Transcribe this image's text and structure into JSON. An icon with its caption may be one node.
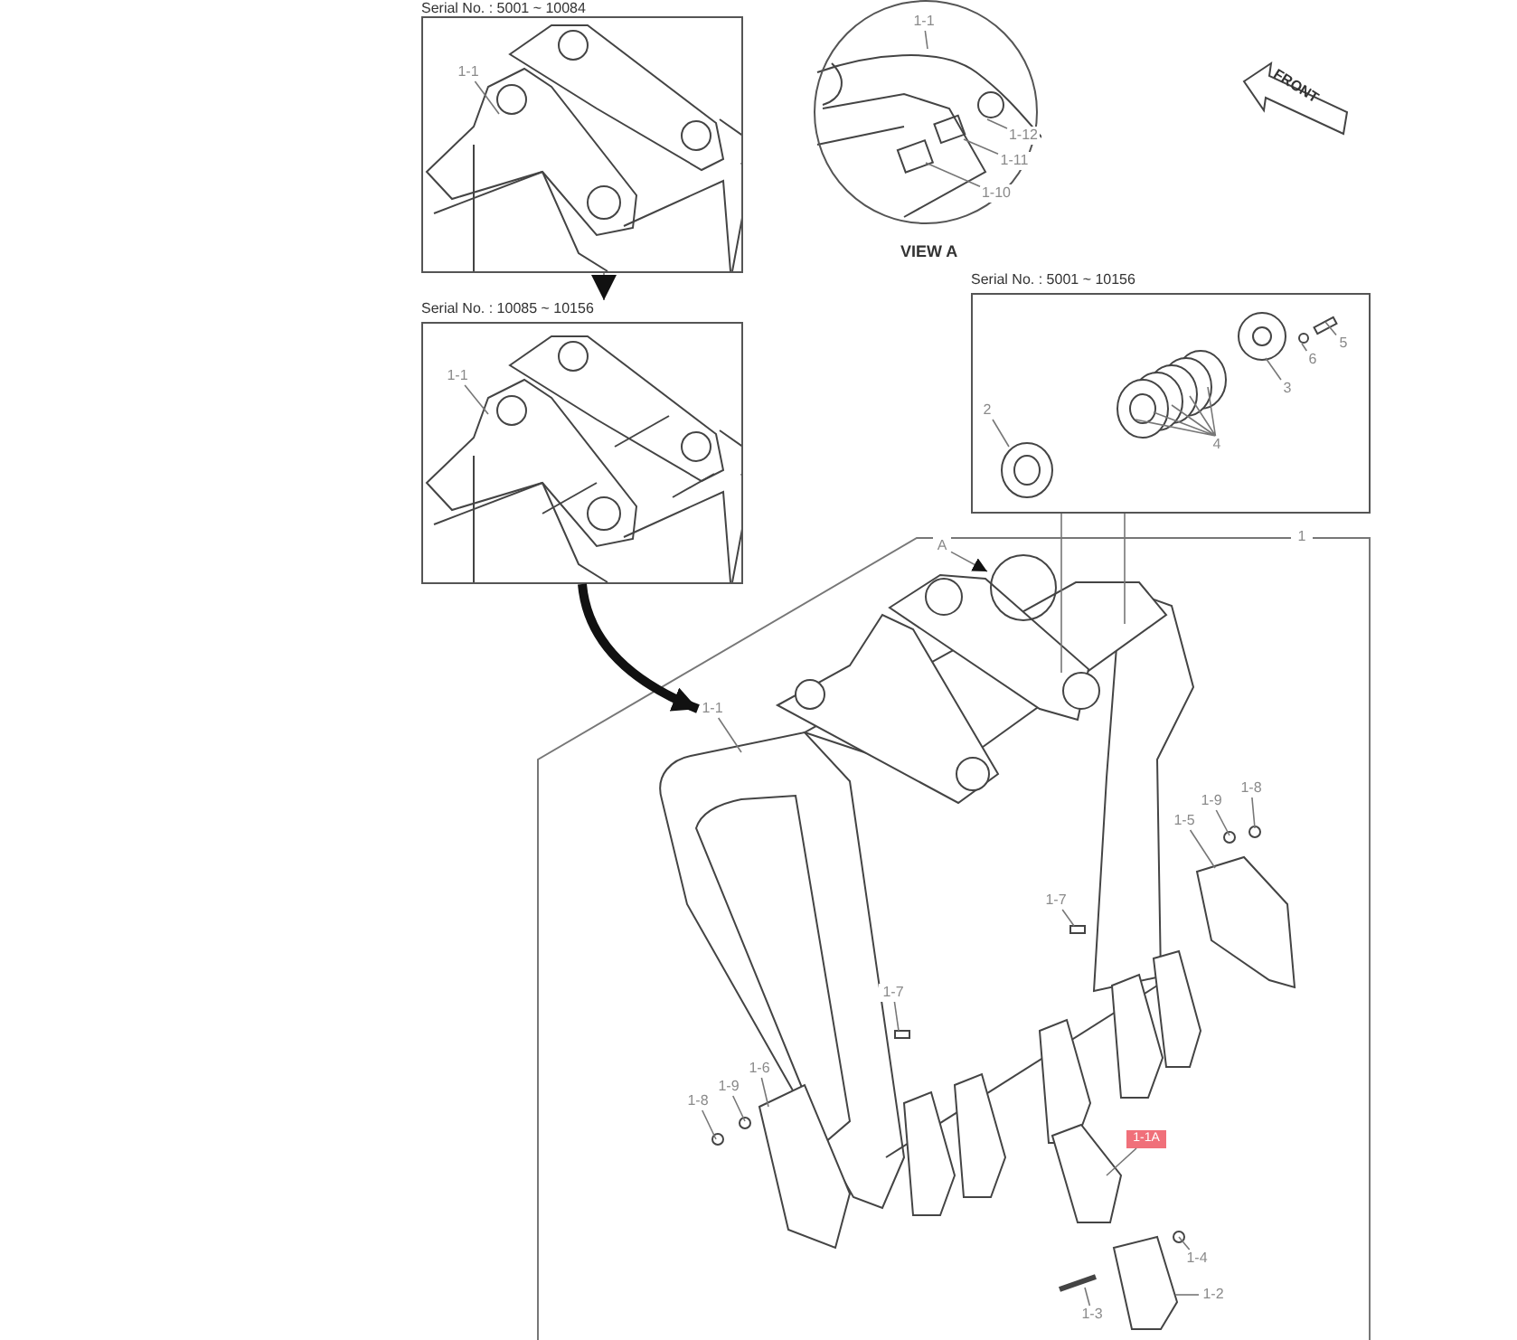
{
  "diagram": {
    "nodes": [
      {
        "text": [
          "Serial No. : 5001 ~ 10084"
        ]
      },
      {
        "text": [
          "1-1"
        ],
        "in": 0
      },
      {
        "text": [
          "VIEW A"
        ]
      },
      {
        "text": [
          "1-1"
        ],
        "in": 2
      },
      {
        "text": [
          "1-12"
        ],
        "in": 2
      },
      {
        "text": [
          "1-11"
        ],
        "in": 2
      },
      {
        "text": [
          "1-10"
        ],
        "in": 2
      },
      {
        "text": [
          "Serial No. : 10085 ~ 10156"
        ]
      },
      {
        "text": [
          "1-1"
        ],
        "in": 7
      },
      {
        "text": [
          "Serial No. : 5001 ~ 10156"
        ]
      },
      {
        "text": [
          "2"
        ],
        "in": 9
      },
      {
        "text": [
          "3"
        ],
        "in": 9
      },
      {
        "text": [
          "4"
        ],
        "in": 9
      },
      {
        "text": [
          "5"
        ],
        "in": 9
      },
      {
        "text": [
          "6"
        ],
        "in": 9
      },
      {
        "text": [
          "1"
        ]
      },
      {
        "text": [
          "A"
        ],
        "in": 15
      },
      {
        "text": [
          "1-1"
        ],
        "in": 15
      },
      {
        "text": [
          "1-5"
        ],
        "in": 15
      },
      {
        "text": [
          "1-9"
        ],
        "in": 15
      },
      {
        "text": [
          "1-8"
        ],
        "in": 15
      },
      {
        "text": [
          "1-7"
        ],
        "in": 15
      },
      {
        "text": [
          "1-7"
        ],
        "in": 15
      },
      {
        "text": [
          "1-6"
        ],
        "in": 15
      },
      {
        "text": [
          "1-9"
        ],
        "in": 15
      },
      {
        "text": [
          "1-8"
        ],
        "in": 15
      },
      {
        "text": [
          "1-1A"
        ],
        "in": 15
      },
      {
        "text": [
          "1-4"
        ],
        "in": 15
      },
      {
        "text": [
          "1-2"
        ],
        "in": 15
      },
      {
        "text": [
          "1-3"
        ],
        "in": 15
      }
    ],
    "edges": [
      {
        "from": 0,
        "to": 7,
        "arrow": "to"
      },
      {
        "from": 7,
        "to": 17,
        "arrow": "to",
        "style": "thick",
        "color": "#111111"
      },
      {
        "from": 9,
        "to": 15,
        "arrow": "none"
      },
      {
        "from": 9,
        "to": 15,
        "arrow": "none"
      },
      {
        "from": 16,
        "to": null,
        "arrow": "to"
      },
      {
        "from": 1,
        "to": null,
        "arrow": "none"
      },
      {
        "from": 3,
        "to": null,
        "arrow": "none"
      },
      {
        "from": 4,
        "to": null,
        "arrow": "none"
      },
      {
        "from": 5,
        "to": null,
        "arrow": "none"
      },
      {
        "from": 6,
        "to": null,
        "arrow": "none"
      },
      {
        "from": 8,
        "to": null,
        "arrow": "none"
      },
      {
        "from": 10,
        "to": null,
        "arrow": "none"
      },
      {
        "from": 11,
        "to": null,
        "arrow": "none"
      },
      {
        "from": 12,
        "to": null,
        "arrow": "none"
      },
      {
        "from": 13,
        "to": null,
        "arrow": "none"
      },
      {
        "from": 14,
        "to": null,
        "arrow": "none"
      },
      {
        "from": 17,
        "to": null,
        "arrow": "none"
      },
      {
        "from": 18,
        "to": null,
        "arrow": "none"
      },
      {
        "from": 19,
        "to": null,
        "arrow": "none"
      },
      {
        "from": 20,
        "to": null,
        "arrow": "none"
      },
      {
        "from": 21,
        "to": null,
        "arrow": "none"
      },
      {
        "from": 22,
        "to": null,
        "arrow": "none"
      },
      {
        "from": 23,
        "to": null,
        "arrow": "none"
      },
      {
        "from": 24,
        "to": null,
        "arrow": "none"
      },
      {
        "from": 25,
        "to": null,
        "arrow": "none"
      },
      {
        "from": 26,
        "to": null,
        "arrow": "none"
      },
      {
        "from": 27,
        "to": null,
        "arrow": "none"
      },
      {
        "from": 28,
        "to": null,
        "arrow": "none"
      },
      {
        "from": 29,
        "to": null,
        "arrow": "none"
      }
    ],
    "labels": [
      "FRONT"
    ]
  }
}
